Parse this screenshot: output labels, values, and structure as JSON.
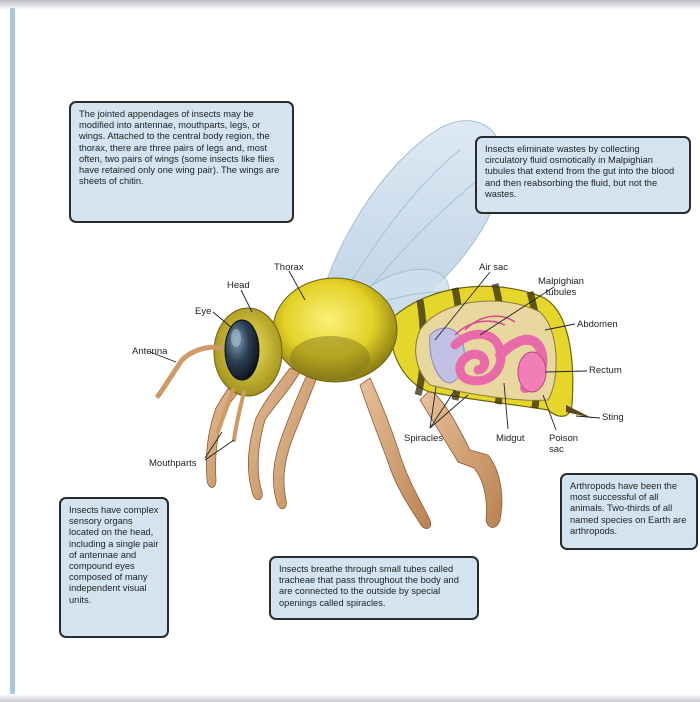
{
  "callouts": {
    "appendages": "The jointed appendages of insects may be modified into antennae, mouthparts, legs, or wings. Attached to the central body region, the thorax, there are three pairs of legs and, most often, two pairs of wings (some insects like flies have retained only one wing pair). The wings are sheets of chitin.",
    "wastes": "Insects eliminate wastes by collecting circulatory fluid osmotically in Malpighian tubules that extend from the gut into the blood and then reabsorbing the fluid, but not the wastes.",
    "success": "Arthropods have been the most successful of all animals. Two-thirds of all named species on Earth are arthropods.",
    "breathing": "Insects breathe through small tubes called tracheae that pass throughout the body and are connected to the outside by special openings called spiracles.",
    "senses": "Insects have complex sensory organs located on the head, including a single pair of antennae and compound eyes composed of many independent visual units."
  },
  "labels": {
    "thorax": "Thorax",
    "head": "Head",
    "eye": "Eye",
    "antenna": "Antenna",
    "mouthparts": "Mouthparts",
    "air_sac": "Air sac",
    "malpighian": "Malpighian\ntubules",
    "abdomen": "Abdomen",
    "rectum": "Rectum",
    "sting": "Sting",
    "spiracles": "Spiracles",
    "midgut": "Midgut",
    "poison_sac": "Poison\nsac"
  },
  "colors": {
    "callout_fill": "#d3e4f0",
    "callout_border": "#2b2b2b",
    "body_yellow": "#e8d62a",
    "wing": "#c9dced",
    "leg": "#d9a874",
    "organs_pink": "#e86aa8"
  }
}
